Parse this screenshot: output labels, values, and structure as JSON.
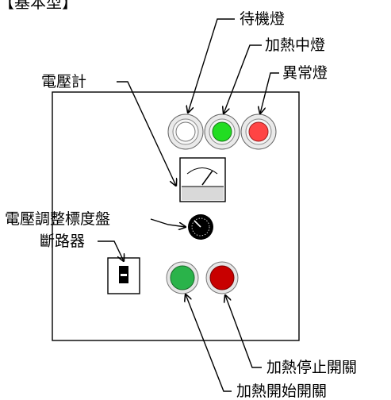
{
  "title": "【基本型】",
  "labels": {
    "standby_lamp": "待機燈",
    "heating_lamp": "加熱中燈",
    "fault_lamp": "異常燈",
    "voltmeter": "電壓計",
    "voltage_dial": "電壓調整標度盤",
    "breaker": "斷路器",
    "heat_stop_switch": "加熱停止開關",
    "heat_start_switch": "加熱開始開關"
  },
  "colors": {
    "standby_lamp": "#ffffff",
    "heating_lamp": "#22dd22",
    "fault_lamp": "#ff4444",
    "start_button": "#2ab34a",
    "stop_button": "#c80000",
    "meter_lower": "#d9d9d9",
    "dial": "#000000"
  }
}
